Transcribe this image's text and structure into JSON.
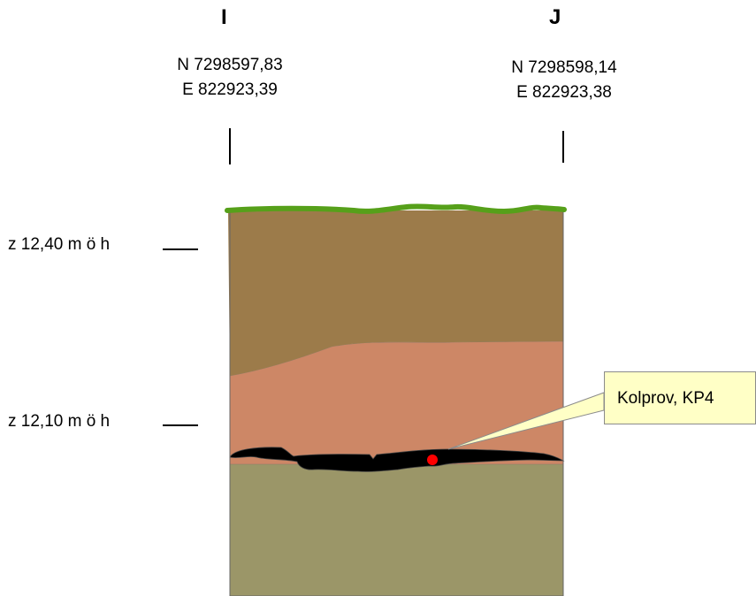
{
  "section": {
    "left": {
      "label": "I",
      "north": "N 7298597,83",
      "east": "E 822923,39"
    },
    "right": {
      "label": "J",
      "north": "N 7298598,14",
      "east": "E 822923,38"
    }
  },
  "elevations": [
    {
      "label": "z 12,40 m ö h"
    },
    {
      "label": "z 12,10 m ö h"
    }
  ],
  "layers": [
    {
      "name": "turf",
      "color": "#56a01a"
    },
    {
      "name": "upper-soil",
      "color": "#9c7b4a"
    },
    {
      "name": "sand",
      "color": "#cd8766"
    },
    {
      "name": "charcoal",
      "color": "#000000"
    },
    {
      "name": "subsoil",
      "color": "#9b9668"
    }
  ],
  "sample": {
    "label": "Kolprov, KP4",
    "color": "#ff0000"
  }
}
